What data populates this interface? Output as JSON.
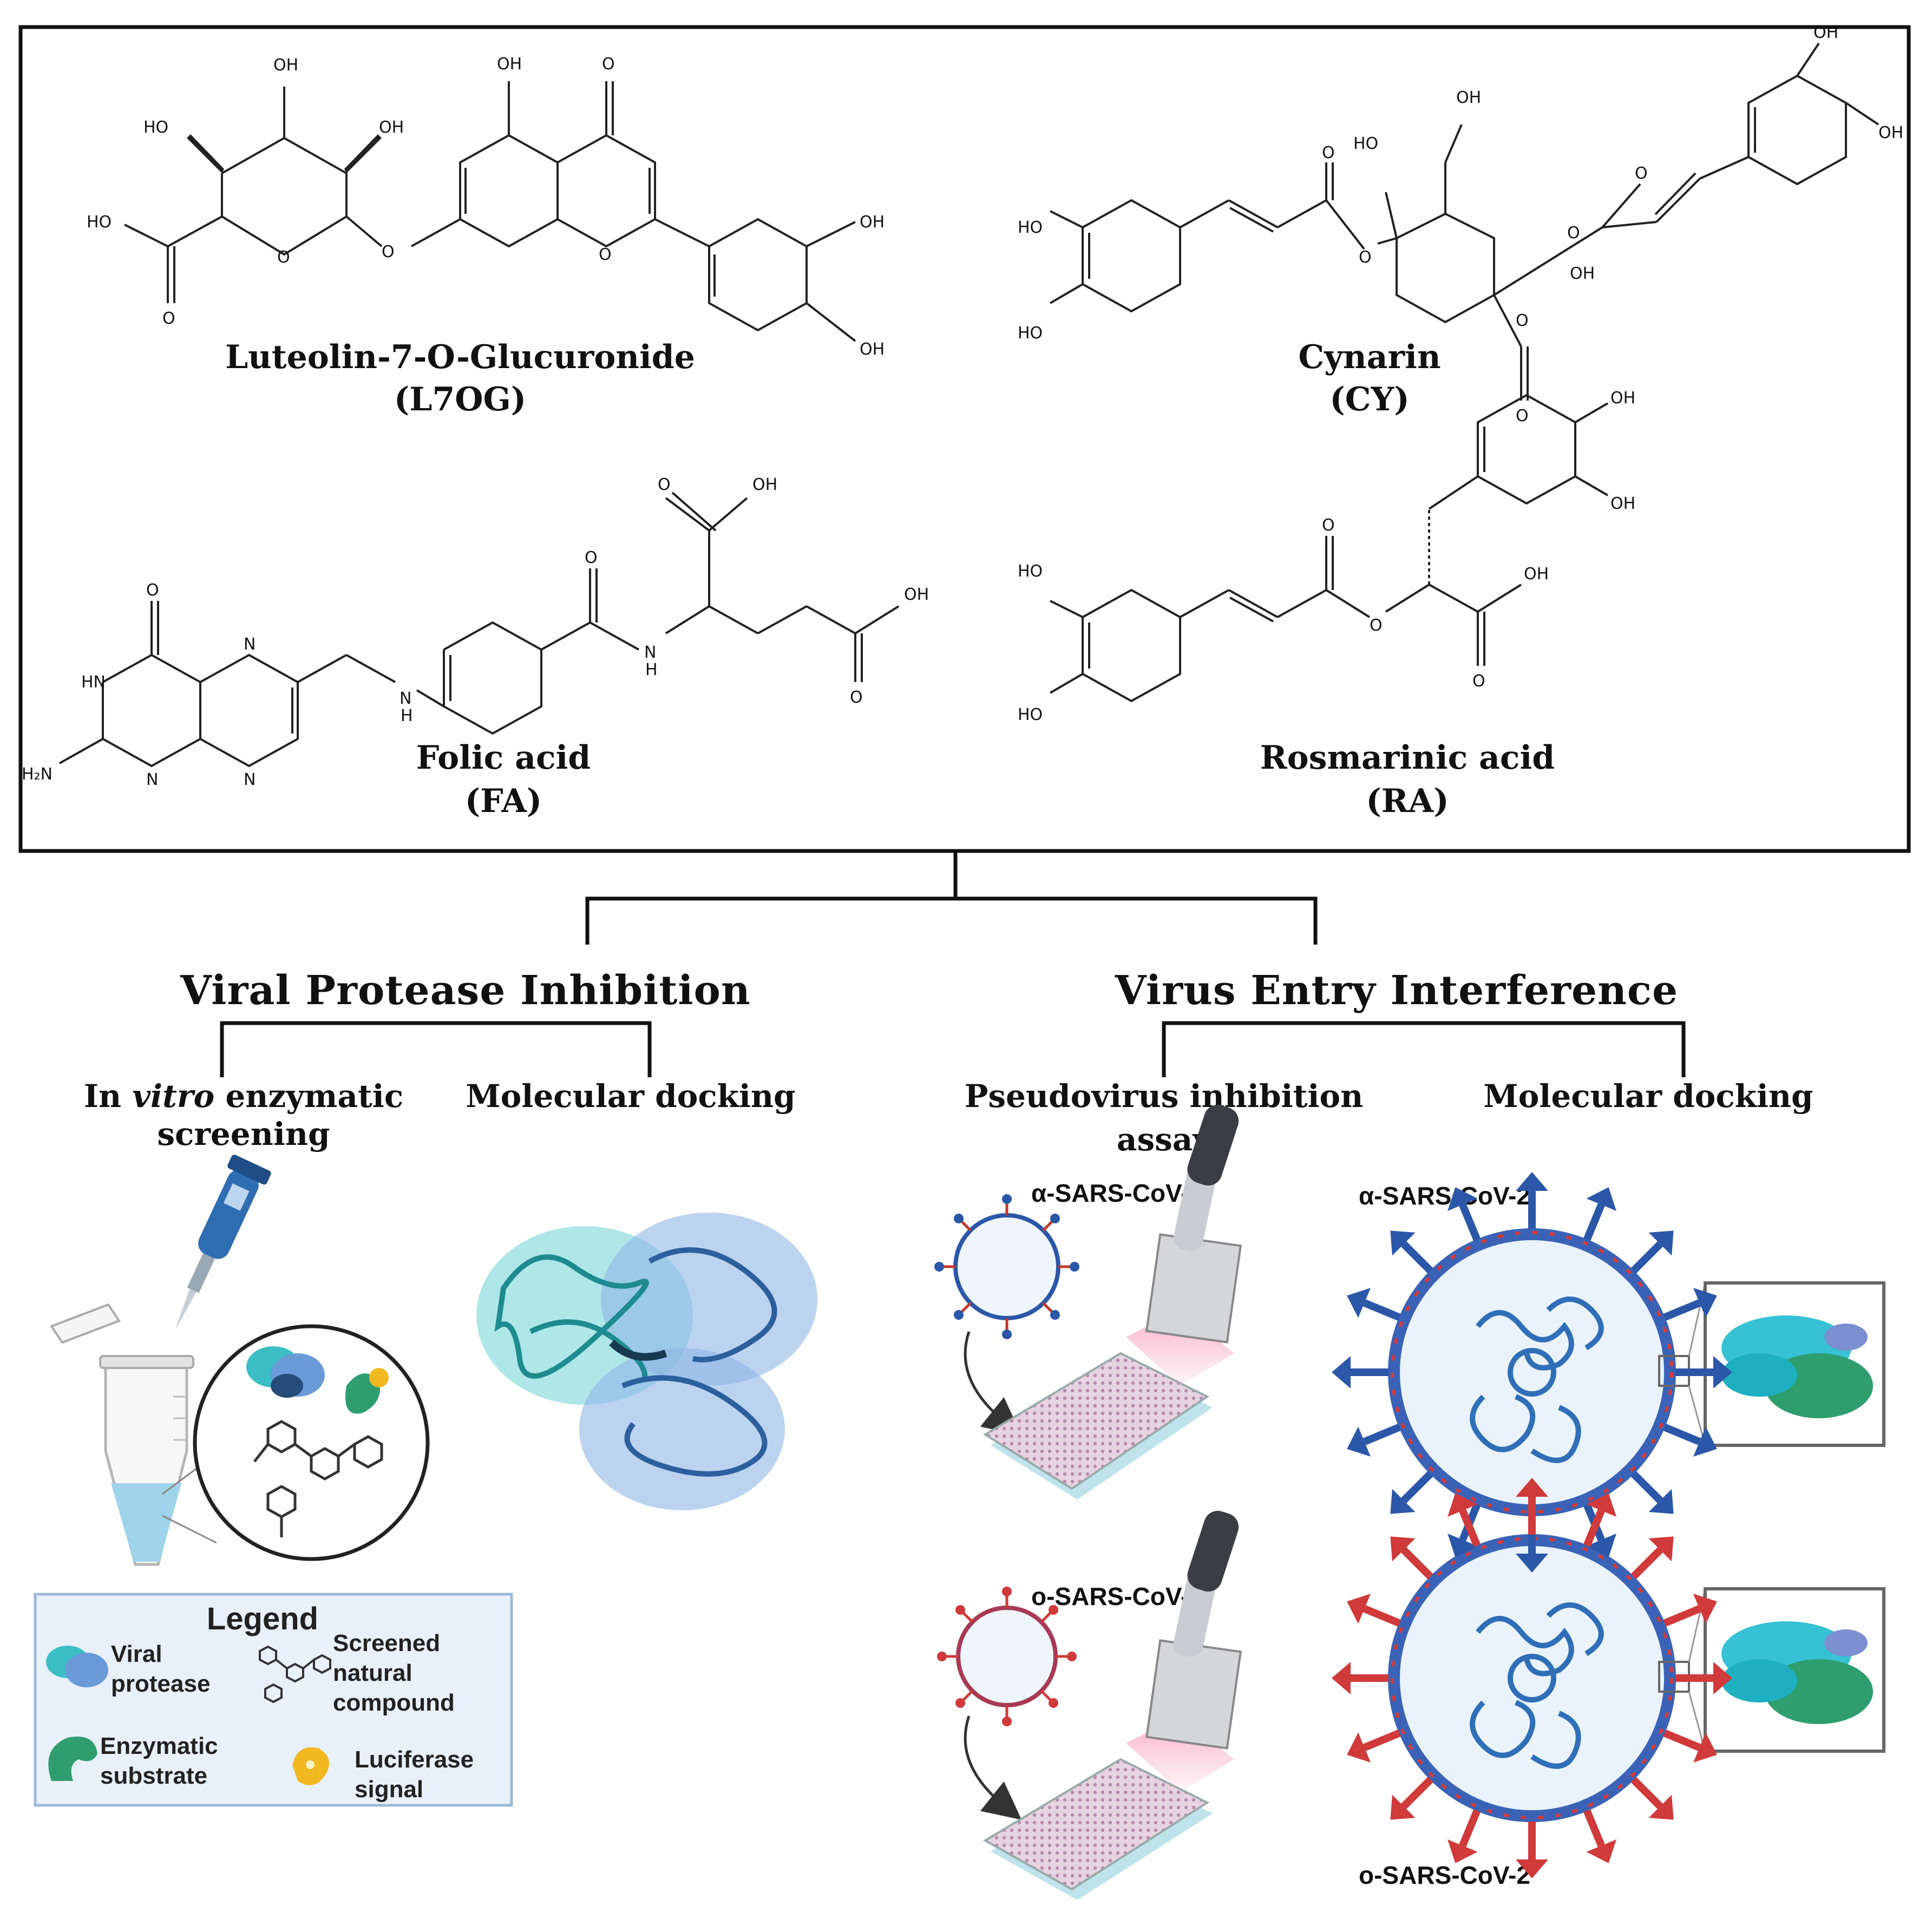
{
  "compounds": [
    {
      "name": "Luteolin-7-O-Glucuronide",
      "abbr": "(L7OG)"
    },
    {
      "name": "Cynarin",
      "abbr": "(CY)"
    },
    {
      "name": "Folic acid",
      "abbr": "(FA)"
    },
    {
      "name": "Rosmarinic acid",
      "abbr": "(RA)"
    }
  ],
  "atoms": {
    "oh": "OH",
    "ho": "HO",
    "o": "O",
    "n": "N",
    "hn": "HN",
    "nh": "H",
    "h2n": "H₂N"
  },
  "branches": {
    "left": {
      "title": "Viral Protease Inhibition",
      "method1_pre": "In ",
      "method1_italic": "vitro",
      "method1_post": " enzymatic",
      "method1_line2": "screening",
      "method2": "Molecular docking"
    },
    "right": {
      "title": "Virus Entry Interference",
      "method1_line1": "Pseudovirus inhibition",
      "method1_line2": "assay",
      "method2": "Molecular docking"
    }
  },
  "strains": {
    "alpha": "α-SARS-CoV-2",
    "omicron": "o-SARS-CoV-2"
  },
  "legend": {
    "title": "Legend",
    "items": [
      {
        "line1": "Viral",
        "line2": "protease"
      },
      {
        "line1": "Screened",
        "line2": "natural",
        "line3": "compound"
      },
      {
        "line1": "Enzymatic",
        "line2": "substrate"
      },
      {
        "line1": "Luciferase",
        "line2": "signal"
      }
    ]
  },
  "colors": {
    "alpha_virus": "#2b57a8",
    "omicron_virus": "#d03a3a",
    "protease_teal": "#3bbfc4",
    "protease_blue": "#5a8fd6",
    "substrate_green": "#2e9e6e",
    "luciferase_yellow": "#f2b81f",
    "legend_bg": "#e8f0fa"
  }
}
